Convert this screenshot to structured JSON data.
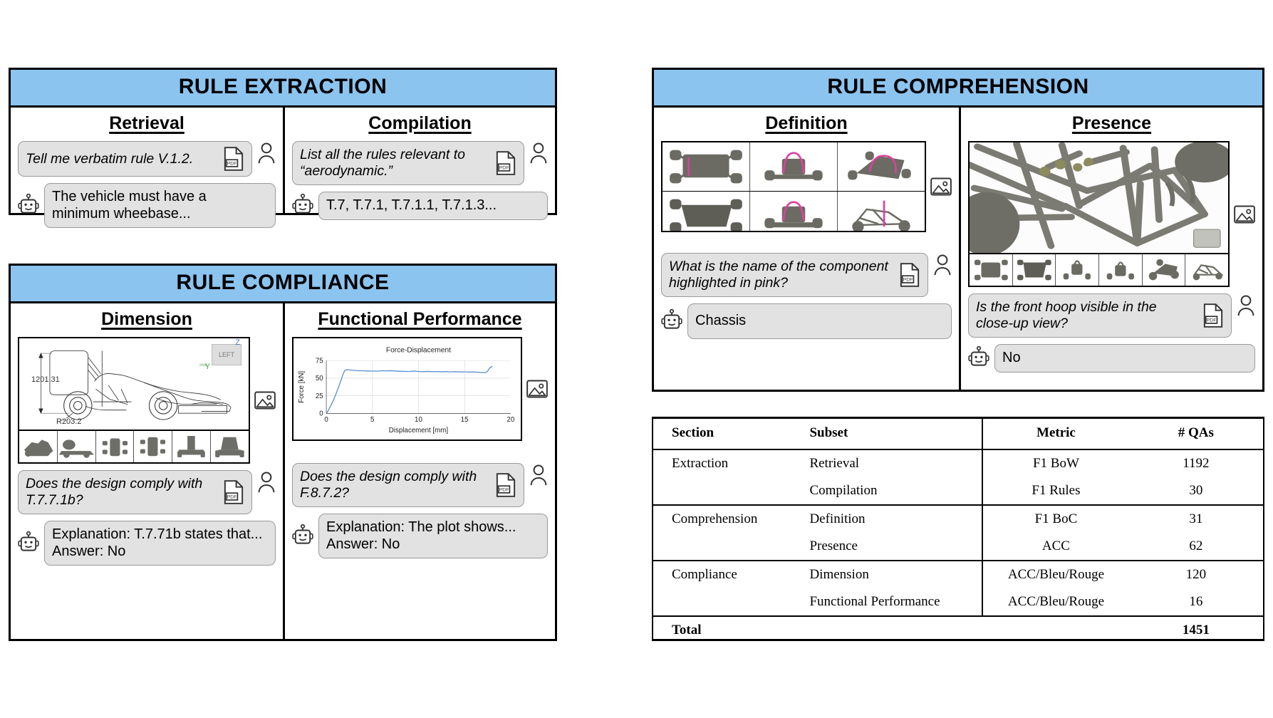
{
  "panels": {
    "extraction": {
      "title": "RULE EXTRACTION",
      "left": {
        "subtitle": "Retrieval",
        "question": "Tell me verbatim rule V.1.2.",
        "answer": "The vehicle must have a minimum wheebase..."
      },
      "right": {
        "subtitle": "Compilation",
        "question": "List all the rules relevant to “aerodynamic.”",
        "answer": "T.7, T.7.1, T.7.1.1, T.7.1.3..."
      }
    },
    "compliance": {
      "title": "RULE COMPLIANCE",
      "left": {
        "subtitle": "Dimension",
        "question": "Does the design comply with T.7.7.1b?",
        "answer_line1": "Explanation: T.7.71b states that...",
        "answer_line2": "Answer: No",
        "cad": {
          "dim_vertical": "1201.31",
          "dim_radius": "R203.2",
          "viewcube_label": "LEFT",
          "axis_z": "Z",
          "axis_y": "Y"
        }
      },
      "right": {
        "subtitle": "Functional Performance",
        "question": "Does the design comply with F.8.7.2?",
        "answer_line1": "Explanation: The plot shows...",
        "answer_line2": "Answer: No"
      }
    },
    "comprehension": {
      "title": "RULE COMPREHENSION",
      "left": {
        "subtitle": "Definition",
        "question": "What is the name of the component highlighted in pink?",
        "answer": "Chassis"
      },
      "right": {
        "subtitle": "Presence",
        "question": "Is the front hoop visible in the close-up view?",
        "answer": "No"
      }
    }
  },
  "chart_data": {
    "type": "line",
    "title": "Force-Displacement",
    "xlabel": "Displacement [mm]",
    "ylabel": "Force [kN]",
    "xlim": [
      0,
      20
    ],
    "ylim": [
      0,
      75
    ],
    "xticks": [
      0,
      5,
      10,
      15,
      20
    ],
    "yticks": [
      0,
      25,
      50,
      75
    ],
    "grid": true,
    "legend": "none",
    "line_color": "#5b8fd1",
    "series": [
      {
        "name": "Force",
        "x": [
          0.0,
          0.2,
          0.4,
          0.6,
          0.8,
          1.0,
          1.2,
          1.4,
          1.6,
          1.8,
          2.0,
          2.2,
          2.4,
          2.6,
          3.0,
          3.5,
          4.0,
          4.5,
          5.0,
          5.5,
          6.0,
          6.5,
          7.0,
          7.5,
          8.0,
          8.5,
          9.0,
          9.5,
          10.0,
          10.5,
          11.0,
          11.5,
          12.0,
          12.5,
          13.0,
          13.5,
          14.0,
          14.5,
          15.0,
          15.5,
          16.0,
          16.5,
          17.0,
          17.3,
          17.5,
          17.7,
          18.0
        ],
        "y": [
          0,
          4,
          9,
          14,
          20,
          26,
          33,
          40,
          47,
          55,
          61,
          62,
          62,
          61.5,
          61,
          60.5,
          60.5,
          60.2,
          60,
          60,
          60.5,
          60.3,
          60.6,
          60.1,
          59.8,
          59.6,
          59.5,
          60.1,
          59.4,
          59.3,
          59.6,
          59.2,
          59.4,
          59.1,
          59.3,
          58.9,
          59.2,
          58.8,
          59.0,
          58.6,
          58.8,
          58.3,
          58.0,
          57.8,
          60,
          64,
          67
        ]
      }
    ]
  },
  "stats_table": {
    "columns": [
      "Section",
      "Subset",
      "Metric",
      "# QAs"
    ],
    "rows": [
      {
        "section": "Extraction",
        "subset": "Retrieval",
        "metric": "F1 BoW",
        "qas": "1192",
        "group_start": true
      },
      {
        "section": "",
        "subset": "Compilation",
        "metric": "F1 Rules",
        "qas": "30",
        "group_start": false
      },
      {
        "section": "Comprehension",
        "subset": "Definition",
        "metric": "F1 BoC",
        "qas": "31",
        "group_start": true
      },
      {
        "section": "",
        "subset": "Presence",
        "metric": "ACC",
        "qas": "62",
        "group_start": false
      },
      {
        "section": "Compliance",
        "subset": "Dimension",
        "metric": "ACC/Bleu/Rouge",
        "qas": "120",
        "group_start": true
      },
      {
        "section": "",
        "subset": "Functional Performance",
        "metric": "ACC/Bleu/Rouge",
        "qas": "16",
        "group_start": false
      }
    ],
    "total_label": "Total",
    "total_value": "1451"
  },
  "icons": {
    "pdf": "pdf-icon",
    "person": "person-icon",
    "bot": "bot-icon",
    "image": "image-icon"
  },
  "colors": {
    "header_blue": "#8cc4f0",
    "bubble_gray": "#e2e2e2",
    "chart_line": "#5b8fd1",
    "highlight_pink": "#e040a0"
  }
}
